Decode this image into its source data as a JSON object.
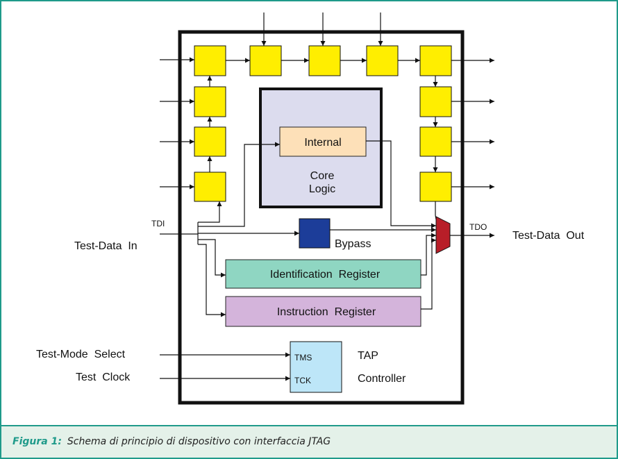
{
  "diagram": {
    "core": {
      "internal": "Internal",
      "line1": "Core",
      "line2": "Logic"
    },
    "bypass": "Bypass",
    "id_register": "Identification  Register",
    "instr_register": "Instruction  Register",
    "tap": {
      "tms": "TMS",
      "tck": "TCK",
      "line1": "TAP",
      "line2": "Controller"
    },
    "pins": {
      "tdi": "TDI",
      "tdo": "TDO"
    },
    "signals": {
      "data_in": "Test-Data  In",
      "data_out": "Test-Data  Out",
      "mode_select": "Test-Mode  Select",
      "clock": "Test  Clock"
    }
  },
  "caption": {
    "label": "Figura 1:",
    "text": "Schema di principio di dispositivo con interfaccia JTAG"
  },
  "colors": {
    "frame": "#1f9a8a",
    "caption_bg": "#e4f1e9",
    "boundary_cell": "#ffee00",
    "core_logic": "#dcdcee",
    "internal": "#fde0b8",
    "bypass": "#1c3d99",
    "id_register": "#8fd6c2",
    "instr_register": "#d4b4db",
    "tap": "#bde6f8",
    "mux": "#b81e28"
  }
}
